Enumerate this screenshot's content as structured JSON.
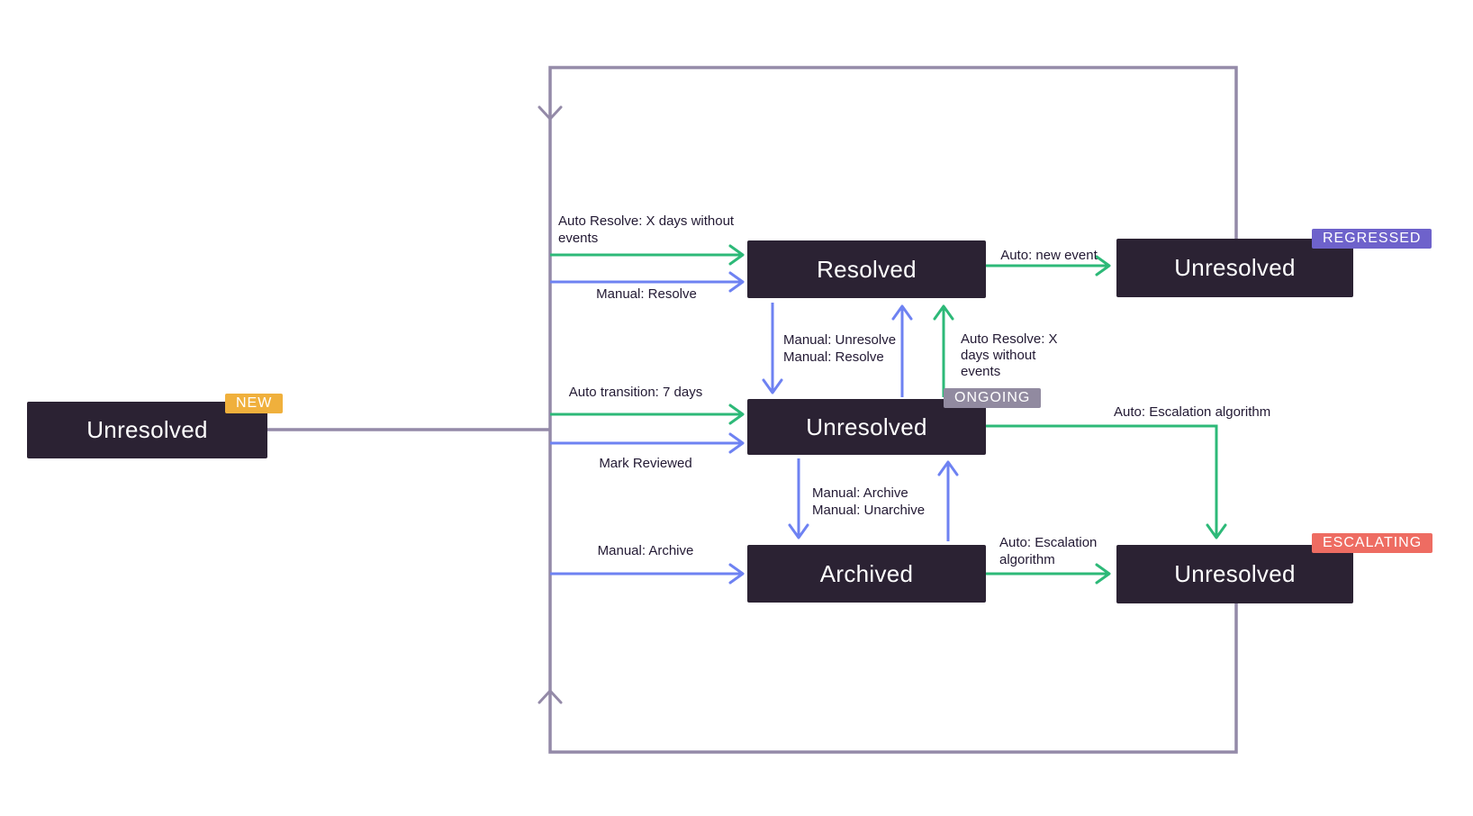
{
  "colors": {
    "box_bg": "#2B2233",
    "box_text": "#FFFFFF",
    "green": "#2DB978",
    "blue": "#6E82F2",
    "loop": "#948AA8",
    "badge_new": "#F0B03C",
    "badge_ongoing": "#918AA0",
    "badge_regressed": "#6E62CB",
    "badge_escalating": "#EE6C62",
    "label_text": "#221933"
  },
  "states": {
    "new": {
      "label": "Unresolved",
      "badge": "NEW"
    },
    "resolved": {
      "label": "Resolved"
    },
    "ongoing": {
      "label": "Unresolved",
      "badge": "ONGOING"
    },
    "archived": {
      "label": "Archived"
    },
    "regressed": {
      "label": "Unresolved",
      "badge": "REGRESSED"
    },
    "escalating": {
      "label": "Unresolved",
      "badge": "ESCALATING"
    }
  },
  "labels": {
    "auto_resolve_left": [
      "Auto Resolve: X days without",
      "events"
    ],
    "manual_resolve_left": "Manual: Resolve",
    "auto_transition": "Auto transition: 7 days",
    "mark_reviewed": "Mark Reviewed",
    "manual_archive_left": "Manual: Archive",
    "manual_unresolve_mid": "Manual: Unresolve",
    "manual_resolve_mid": "Manual: Resolve",
    "auto_resolve_up": [
      "Auto Resolve: X",
      "days without",
      "events"
    ],
    "manual_archive_mid": "Manual: Archive",
    "manual_unarchive_mid": "Manual: Unarchive",
    "auto_new_event": "Auto: new event",
    "auto_escalation_top": "Auto: Escalation algorithm",
    "auto_escalation_bottom": [
      "Auto: Escalation",
      "algorithm"
    ]
  }
}
